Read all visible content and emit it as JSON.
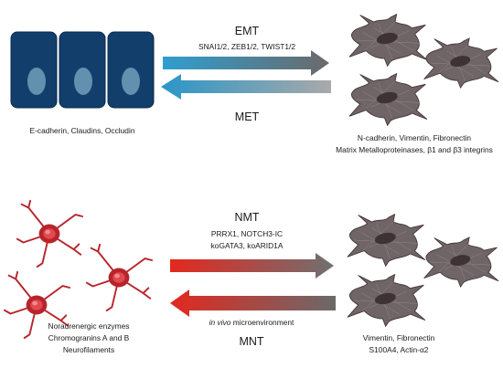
{
  "top": {
    "forward": {
      "name": "EMT",
      "factors": "SNAI1/2, ZEB1/2, TWIST1/2"
    },
    "reverse": {
      "name": "MET"
    },
    "left_markers": "E-cadherin, Claudins, Occludin",
    "right_markers": [
      "N-cadherin, Vimentin, Fibronectin",
      "Matrix Metalloproteinases,  β1 and β3 integrins"
    ]
  },
  "bottom": {
    "forward": {
      "name": "NMT",
      "factors": [
        "PRRX1, NOTCH3-IC",
        "koGATA3, koARID1A"
      ]
    },
    "reverse": {
      "name": "MNT",
      "condition_italic": "in vivo",
      "condition_rest": " microenvironment"
    },
    "left_markers": [
      "Noradrenergic enzymes",
      "Chromogranins A and B",
      "Neurofilaments"
    ],
    "right_markers": [
      "Vimentin, Fibronectin",
      "S100A4, Actin-α2"
    ]
  },
  "colors": {
    "epithelial": "#123e6c",
    "nucleus_epithelial": "#6c99b6",
    "mesenchymal": "#6f6466",
    "mesenchymal_nucleus": "#3e3234",
    "neuron": "#b8242b",
    "arrow_blue": "#2e9ccc",
    "arrow_red": "#e0271e",
    "arrow_gray": "#6e6e6e"
  }
}
